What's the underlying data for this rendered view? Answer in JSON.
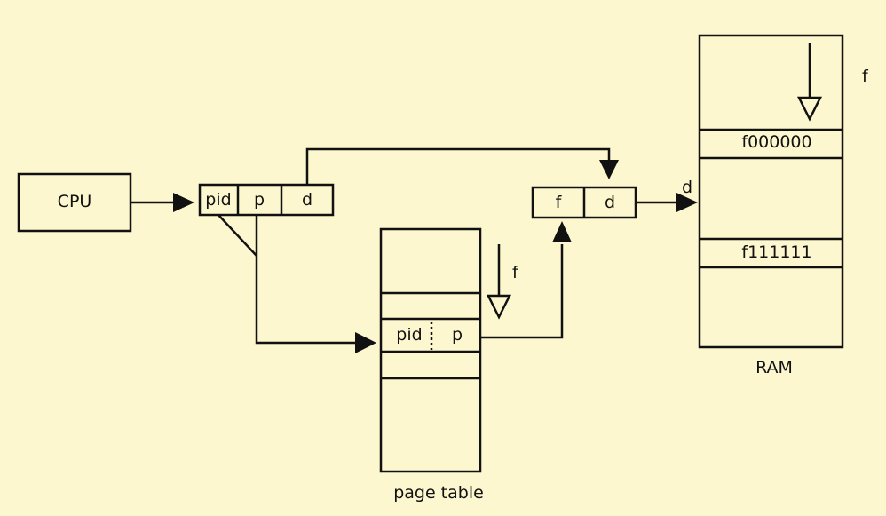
{
  "cpu": {
    "label": "CPU"
  },
  "logical_address": {
    "pid": "pid",
    "page": "p",
    "offset": "d"
  },
  "physical_address": {
    "frame": "f",
    "offset": "d"
  },
  "page_table": {
    "caption": "page table",
    "entry_pid": "pid",
    "entry_page": "p",
    "arrow_label": "f"
  },
  "ram": {
    "caption": "RAM",
    "frame_a": "f000000",
    "frame_b": "f111111",
    "arrow_label": "f",
    "offset_label": "d"
  },
  "colors": {
    "background": "#fdf7cf",
    "stroke": "#111111"
  }
}
